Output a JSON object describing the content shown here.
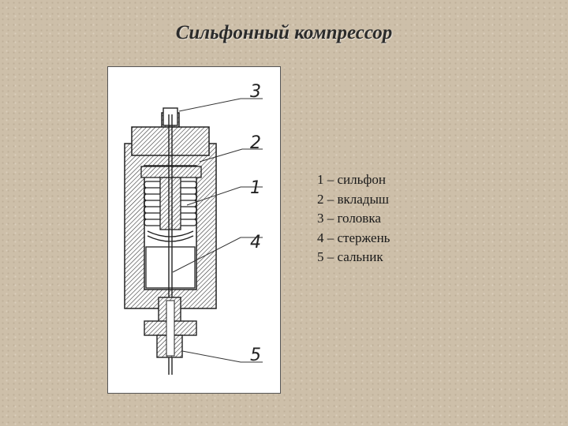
{
  "title": "Сильфонный компрессор",
  "diagram": {
    "callouts": [
      "3",
      "2",
      "1",
      "4",
      "5"
    ]
  },
  "legend": [
    "1 – сильфон",
    "2 – вкладыш",
    "3 – головка",
    "4 – стержень",
    "5 – сальник"
  ]
}
